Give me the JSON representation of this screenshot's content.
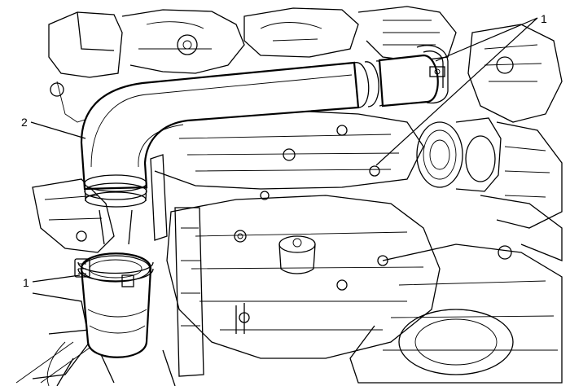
{
  "callouts": [
    {
      "id": "callout-1-top",
      "label": "1"
    },
    {
      "id": "callout-2",
      "label": "2"
    },
    {
      "id": "callout-1-bottom",
      "label": "1"
    }
  ]
}
